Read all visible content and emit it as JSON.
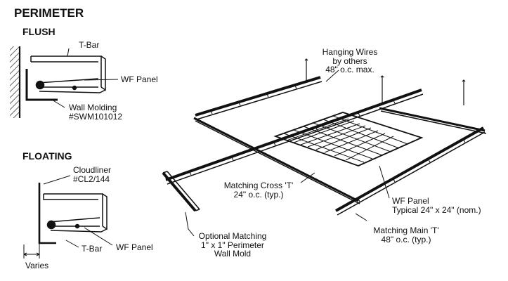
{
  "headings": {
    "perimeter": "PERIMETER",
    "flush": "FLUSH",
    "floating": "FLOATING"
  },
  "flush_detail": {
    "t_bar": "T-Bar",
    "wf_panel": "WF Panel",
    "wall_molding_line1": "Wall Molding",
    "wall_molding_line2": "#SWM101012"
  },
  "floating_detail": {
    "cloudliner_line1": "Cloudliner",
    "cloudliner_line2": "#CL2/144",
    "t_bar": "T-Bar",
    "wf_panel": "WF Panel",
    "varies": "Varies"
  },
  "isometric": {
    "hanging_wires_line1": "Hanging Wires",
    "hanging_wires_line2": "by others",
    "hanging_wires_line3": "48\" o.c. max.",
    "cross_t_line1": "Matching Cross 'T'",
    "cross_t_line2": "24\" o.c. (typ.)",
    "wf_panel_line1": "WF Panel",
    "wf_panel_line2": "Typical 24\" x 24\" (nom.)",
    "main_t_line1": "Matching Main 'T'",
    "main_t_line2": "48\" o.c. (typ.)",
    "wall_mold_line1": "Optional Matching",
    "wall_mold_line2": "1\" x 1\" Perimeter",
    "wall_mold_line3": "Wall Mold"
  }
}
